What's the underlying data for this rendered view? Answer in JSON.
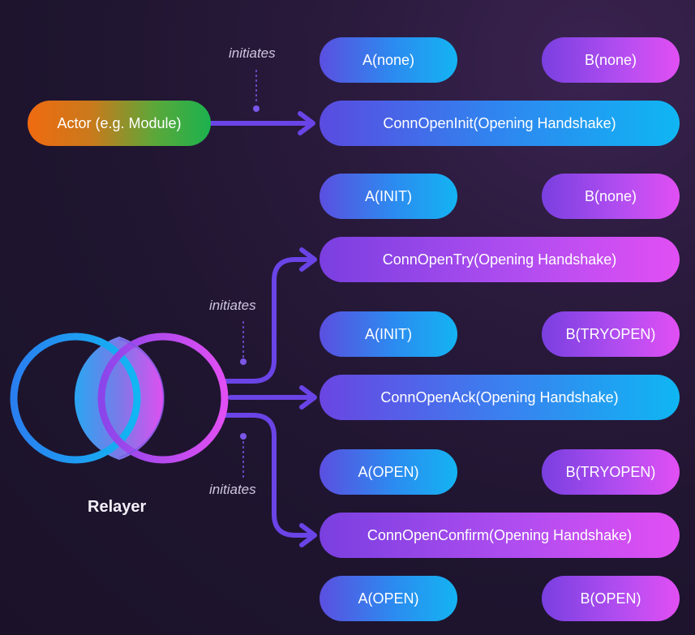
{
  "actor": {
    "label": "Actor (e.g. Module)"
  },
  "relayer": {
    "label": "Relayer"
  },
  "initiates_label": "initiates",
  "messages": [
    {
      "label": "ConnOpenInit(Opening Handshake)"
    },
    {
      "label": "ConnOpenTry(Opening Handshake)"
    },
    {
      "label": "ConnOpenAck(Opening Handshake)"
    },
    {
      "label": "ConnOpenConfirm(Opening Handshake)"
    }
  ],
  "states": [
    {
      "a": "A(none)",
      "b": "B(none)"
    },
    {
      "a": "A(INIT)",
      "b": "B(none)"
    },
    {
      "a": "A(INIT)",
      "b": "B(TRYOPEN)"
    },
    {
      "a": "A(OPEN)",
      "b": "B(TRYOPEN)"
    },
    {
      "a": "A(OPEN)",
      "b": "B(OPEN)"
    }
  ],
  "colors": {
    "arrow": "#6a44e6",
    "dotted": "#7b56e8",
    "chain_a": "#14b4f2",
    "chain_b": "#e14ff3"
  }
}
